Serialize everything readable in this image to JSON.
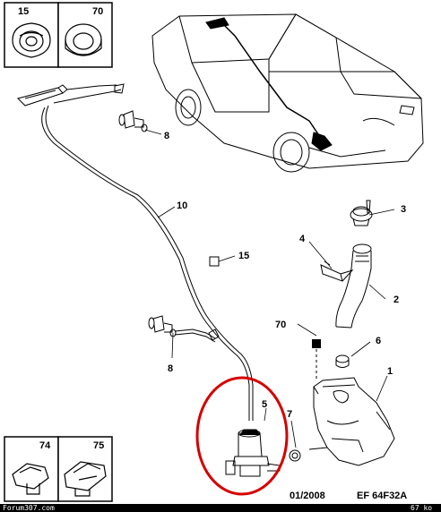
{
  "callouts": {
    "c1": "1",
    "c2": "2",
    "c3": "3",
    "c4": "4",
    "c5": "5",
    "c6": "6",
    "c7": "7",
    "c8a": "8",
    "c8b": "8",
    "c10": "10",
    "c15": "15",
    "c70": "70"
  },
  "boxes": {
    "b15": "15",
    "b70": "70",
    "b74": "74",
    "b75": "75"
  },
  "footer": {
    "date": "01/2008",
    "code": "EF 64F32A"
  },
  "watermark": {
    "site": "Forum307.com",
    "size": "67 ko"
  },
  "colors": {
    "highlight_ring": "#d40000",
    "line": "#000000",
    "background": "#ffffff",
    "watermark_bar": "#000000"
  }
}
